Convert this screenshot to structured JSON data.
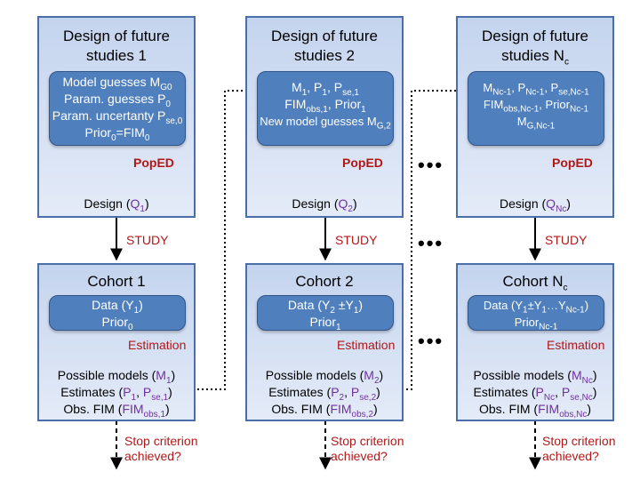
{
  "popped": "PopED",
  "study": "STUDY",
  "estimation": "Estimation",
  "ellipsis": "•••",
  "stop1": "Stop criterion",
  "stop2": "achieved?",
  "col1": {
    "design_title_l1": "Design of future",
    "design_title_l2": "studies 1",
    "inner": [
      [
        "Model guesses M",
        "G0",
        ""
      ],
      [
        "Param. guesses P",
        "0",
        ""
      ],
      [
        "Param. uncertanty P",
        "se,0",
        ""
      ],
      [
        "Prior",
        "0",
        "=FIM",
        "0"
      ]
    ],
    "design_label": "Design (",
    "design_q": "Q",
    "design_q_sub": "1",
    "cohort_title": "Cohort 1",
    "data_pre": "Data (Y",
    "data_sub": "1",
    "data_post": ")",
    "prior": "Prior",
    "prior_sub": "0",
    "models_pre": "Possible models (",
    "models_m": "M",
    "models_sub": "1",
    "est_pre": "Estimates (",
    "est_p": "P",
    "est_p_sub": "1",
    "est_pse": "P",
    "est_pse_sub": "se,1",
    "fim_pre": "Obs. FIM (",
    "fim": "FIM",
    "fim_sub": "obs,1"
  },
  "col2": {
    "design_title_l1": "Design of future",
    "design_title_l2": "studies 2",
    "inner_l1": {
      "m": "M",
      "m_sub": "1",
      "p": "P",
      "p_sub": "1",
      "pse": "P",
      "pse_sub": "se,1"
    },
    "inner_l2": {
      "fim": "FIM",
      "fim_sub": "obs,1",
      "prior": "Prior",
      "prior_sub": "1"
    },
    "inner_l3": {
      "text": "New model guesses M",
      "sub": "G,2"
    },
    "design_label": "Design (",
    "design_q": "Q",
    "design_q_sub": "2",
    "cohort_title": "Cohort 2",
    "data_pre": "Data (Y",
    "data_sub": "2",
    "data_mid": " ±Y",
    "data_sub2": "1",
    "data_post": ")",
    "prior": "Prior",
    "prior_sub": "1",
    "models_pre": "Possible models (",
    "models_m": "M",
    "models_sub": "2",
    "est_pre": "Estimates (",
    "est_p": "P",
    "est_p_sub": "2",
    "est_pse": "P",
    "est_pse_sub": "se,2",
    "fim_pre": "Obs. FIM (",
    "fim": "FIM",
    "fim_sub": "obs,2"
  },
  "col3": {
    "design_title_l1": "Design of future",
    "design_title_l2": "studies N",
    "design_title_sub": "c",
    "inner_l1": {
      "m": "M",
      "m_sub": "Nc-1",
      "p": "P",
      "p_sub": "Nc-1",
      "pse": "P",
      "pse_sub": "se,Nc-1"
    },
    "inner_l2": {
      "fim": "FIM",
      "fim_sub": "obs,Nc-1",
      "prior": "Prior",
      "prior_sub": "Nc-1"
    },
    "inner_l3": {
      "text": "M",
      "sub": "G,Nc-1"
    },
    "design_label": "Design (",
    "design_q": "Q",
    "design_q_sub": "Nc",
    "cohort_title": "Cohort N",
    "cohort_title_sub": "c",
    "data_pre": "Data (Y",
    "data_sub": "1",
    "data_mid": "±Y",
    "data_sub2": "1",
    "data_mid2": "…Y",
    "data_sub3": "Nc-1",
    "data_post": ")",
    "prior": "Prior",
    "prior_sub": "Nc-1",
    "models_pre": "Possible models (",
    "models_m": "M",
    "models_sub": "Nc",
    "est_pre": "Estimates (",
    "est_p": "P",
    "est_p_sub": "Nc",
    "est_pse": "P",
    "est_pse_sub": "se,Nc",
    "fim_pre": "Obs. FIM (",
    "fim": "FIM",
    "fim_sub": "obs,Nc"
  }
}
